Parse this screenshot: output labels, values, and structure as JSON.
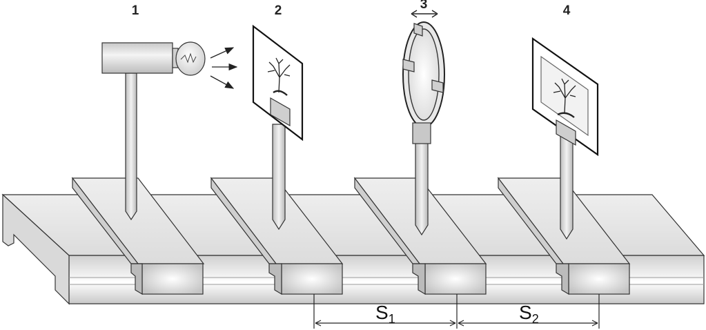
{
  "labels": {
    "lamp": "1",
    "object": "2",
    "lens": "3",
    "screen": "4"
  },
  "distances": {
    "s1_letter": "S",
    "s1_sub": "1",
    "s2_letter": "S",
    "s2_sub": "2"
  },
  "colors": {
    "stroke": "#333333",
    "bench_top": "#e6e6e6",
    "bench_front": "#d4d4d4",
    "rail_highlight": "#ffffff"
  }
}
